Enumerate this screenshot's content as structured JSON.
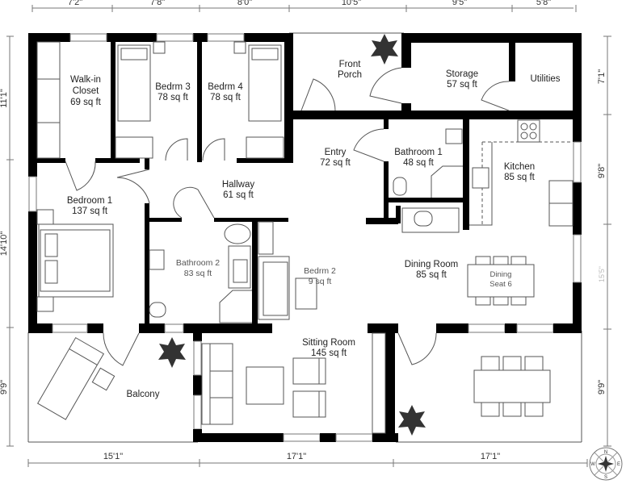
{
  "plan": {
    "top_dimensions": [
      "7'2\"",
      "7'8\"",
      "8'0\"",
      "10'5\"",
      "9'5\"",
      "5'8\""
    ],
    "bottom_dimensions": [
      "15'1\"",
      "17'1\"",
      "17'1\""
    ],
    "left_dimensions": [
      "11'1\"",
      "14'10\"",
      "9'9\""
    ],
    "right_dimensions": [
      "7'1\"",
      "9'8\"",
      "9'9\""
    ],
    "right_faint_label": "15'5\""
  },
  "rooms": {
    "walkin": {
      "name": "Walk-in",
      "name2": "Closet",
      "area": "69 sq ft"
    },
    "bedrm3": {
      "name": "Bedrm 3",
      "area": "78 sq ft"
    },
    "bedrm4": {
      "name": "Bedrm 4",
      "area": "78 sq ft"
    },
    "porch": {
      "name": "Front",
      "name2": "Porch"
    },
    "storage": {
      "name": "Storage",
      "area": "57 sq ft"
    },
    "utilities": {
      "name": "Utilities"
    },
    "entry": {
      "name": "Entry",
      "area": "72 sq ft"
    },
    "bath1": {
      "name": "Bathroom 1",
      "area": "48 sq ft"
    },
    "kitchen": {
      "name": "Kitchen",
      "area": "85 sq ft"
    },
    "hallway": {
      "name": "Hallway",
      "area": "61 sq ft"
    },
    "bedroom1": {
      "name": "Bedroom 1",
      "area": "137 sq ft"
    },
    "bath2": {
      "name": "Bathroom 2",
      "area": "83 sq ft"
    },
    "bedrm2": {
      "name": "Bedrm 2",
      "area": "9 sq ft"
    },
    "dining": {
      "name": "Dining Room",
      "area": "85 sq ft"
    },
    "dining_table": {
      "name": "Dining",
      "name2": "Seat 6"
    },
    "sitting": {
      "name": "Sitting Room",
      "area": "145 sq ft"
    },
    "balcony": {
      "name": "Balcony"
    }
  },
  "compass": {
    "n": "N",
    "s": "S",
    "e": "E",
    "w": "W"
  }
}
